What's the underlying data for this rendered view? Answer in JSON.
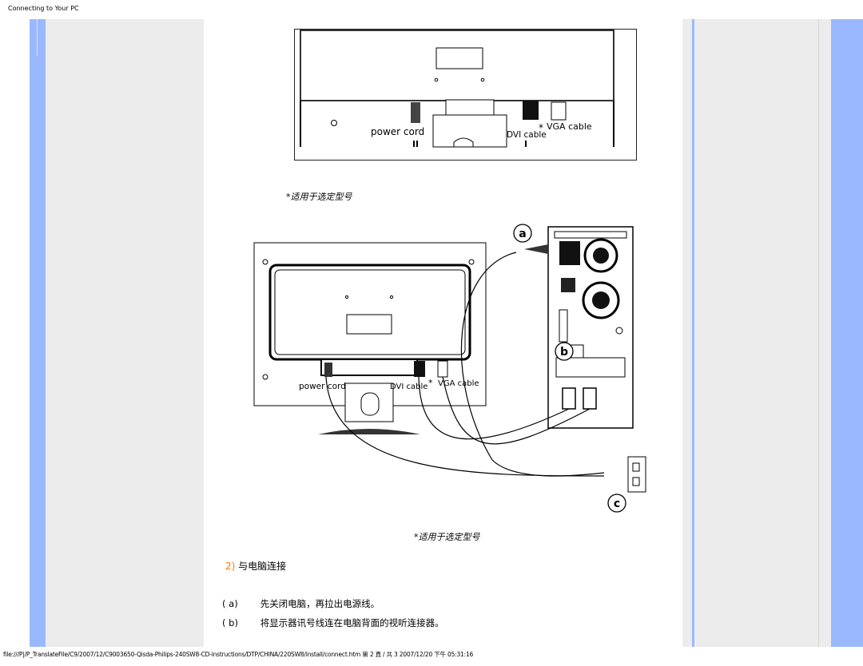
{
  "header": {
    "title": "Connecting to Your PC"
  },
  "figure1": {
    "caption": "*适用于选定型号",
    "labels": {
      "power": "power cord",
      "dvi": "DVI cable",
      "asterisk": "*",
      "vga": "VGA cable"
    }
  },
  "figure2": {
    "caption": "*适用于选定型号",
    "labels": {
      "power": "power cord",
      "dvi": "DVI cable",
      "asterisk": "*",
      "vga": "VGA cable",
      "a": "a",
      "b": "b",
      "c": "c"
    }
  },
  "section": {
    "number": "2)",
    "title": "与电脑连接",
    "steps": [
      {
        "label": "( a)",
        "text": "先关闭电脑，再拉出电源线。"
      },
      {
        "label": "( b)",
        "text": "将显示器讯号线连在电脑背面的视听连接器。"
      }
    ]
  },
  "footer": {
    "path": "file:///P|/P_TranslateFile/C9/2007/12/C9003650-Qisda-Philips-240SW8-CD-instructions/DTP/CHINA/220SW8/install/connect.htm 第 2 頁 / 共 3 2007/12/20 下午 05:31:16"
  },
  "colors": {
    "accent_blue": "#9ab8ff",
    "panel_grey": "#ececec",
    "orange": "#ff7a00"
  }
}
